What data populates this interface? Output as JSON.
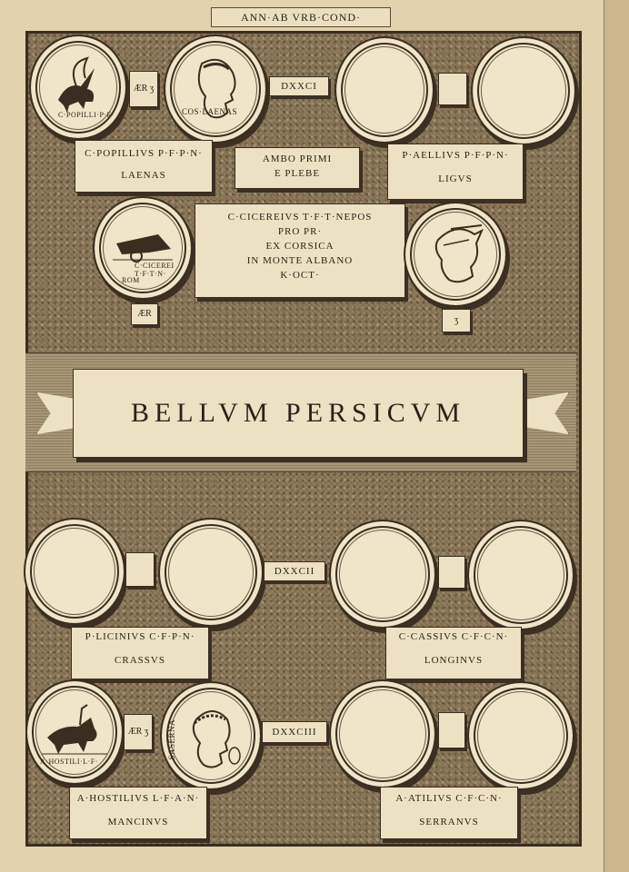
{
  "header": {
    "label": "ANN·AB VRB·COND·"
  },
  "title": "BELLVM PERSICVM",
  "dates": [
    "DXXCI",
    "DXXCII",
    "DXXCIII"
  ],
  "section1": {
    "coins_left": [
      "C·POPILLI·P·F·",
      "COS·LAENAS"
    ],
    "mark_ar": "ÆR ʒ",
    "tablet_left": {
      "line1": "C·POPILLIVS P·F·P·N·",
      "line2": "LAENAS"
    },
    "tablet_mid": {
      "line1": "AMBO PRIMI",
      "line2": "E PLEBE"
    },
    "tablet_right": {
      "line1": "P·AELLIVS P·F·P·N·",
      "line2": "LIGVS"
    }
  },
  "cicereius": {
    "coin_legend": "C·CICEREI T·F·T·N·",
    "coin_roma": "ROM",
    "mark": "ÆR",
    "mark_right": "ʒ",
    "inscription": [
      "C·CICEREIVS T·F·T·NEPOS",
      "PRO PR·",
      "EX CORSICA",
      "IN MONTE ALBANO",
      "K·OCT·"
    ]
  },
  "section2": {
    "tablet_left": {
      "line1": "P·LICINIVS C·F·P·N·",
      "line2": "CRASSVS"
    },
    "tablet_right": {
      "line1": "C·CASSIVS C·F·C·N·",
      "line2": "LONGINVS"
    }
  },
  "section3": {
    "coin_left_legend": "A·HOSTILI·L·F·",
    "coin_mid_legend": "SASERNA",
    "mark_ar": "ÆR ʒ",
    "tablet_left": {
      "line1": "A·HOSTILIVS L·F·A·N·",
      "line2": "MANCINVS"
    },
    "tablet_right": {
      "line1": "A·ATILIVS C·F·C·N·",
      "line2": "SERRANVS"
    }
  }
}
